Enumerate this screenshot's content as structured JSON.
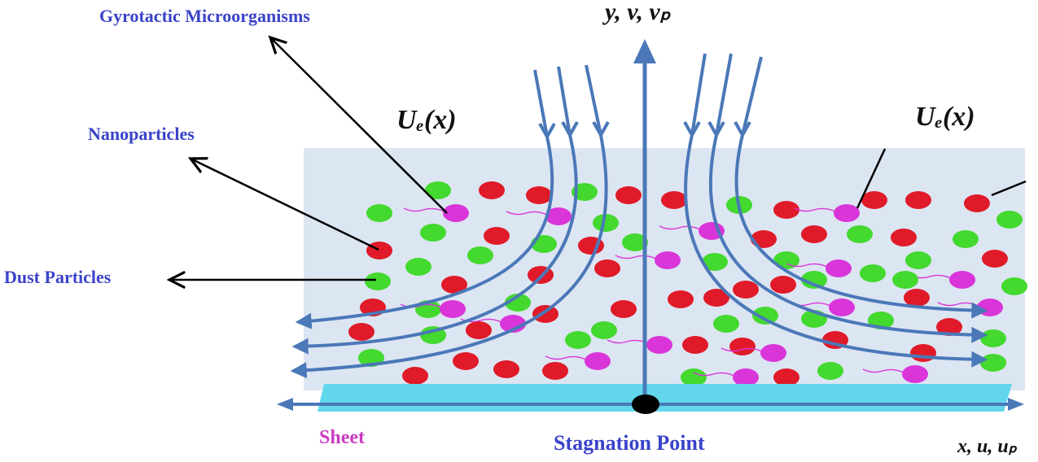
{
  "labels": {
    "gyrotactic": "Gyrotactic Microorganisms",
    "nanoparticles": "Nanoparticles",
    "dust": "Dust Particles",
    "ue_left": "Uₑ(x)",
    "ue_right": "Uₑ(x)",
    "y_axis": "y, v, vₚ",
    "x_axis": "x, u, uₚ",
    "sheet": "Sheet",
    "stagnation": "Stagnation Point"
  },
  "colors": {
    "fluid": "#dce5f2",
    "sheet": "#62d7ec",
    "streamline": "#4a78b8",
    "dust": "#43d92e",
    "nano": "#e01a28",
    "micro": "#d935d9",
    "pointer": "#000000",
    "label_blue": "#3a43c9",
    "label_magenta": "#c93bc0"
  }
}
